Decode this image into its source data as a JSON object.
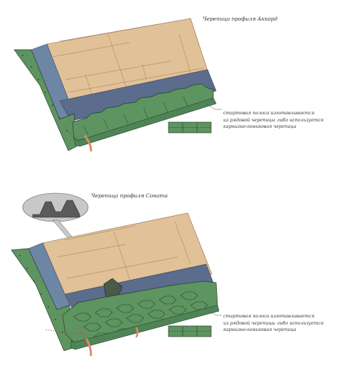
{
  "figures": [
    {
      "title": "Черепица профиля Аккорд",
      "note_lines": [
        "стартовая полоса изготавливается",
        "из рядовой черепицы либо используется",
        "карнизно-коньковая черепица"
      ]
    },
    {
      "title": "Черепица профиля Соната",
      "note_lines": [
        "стартовая полоса изготавливается",
        "из рядовой черепицы либо используется",
        "карнизно-коньковая черепица"
      ]
    }
  ],
  "colors": {
    "deck": "#e1c198",
    "deck_dark": "#c9a374",
    "edge_strip": "#6e86a6",
    "underlay": "#5b6c8c",
    "shingle": "#5d9460",
    "shingle_dark": "#3f6f44",
    "fascia": "#4f8556",
    "outline": "#2b3b2d",
    "callout": "#c8c8c8",
    "drip": "#d98a68"
  }
}
